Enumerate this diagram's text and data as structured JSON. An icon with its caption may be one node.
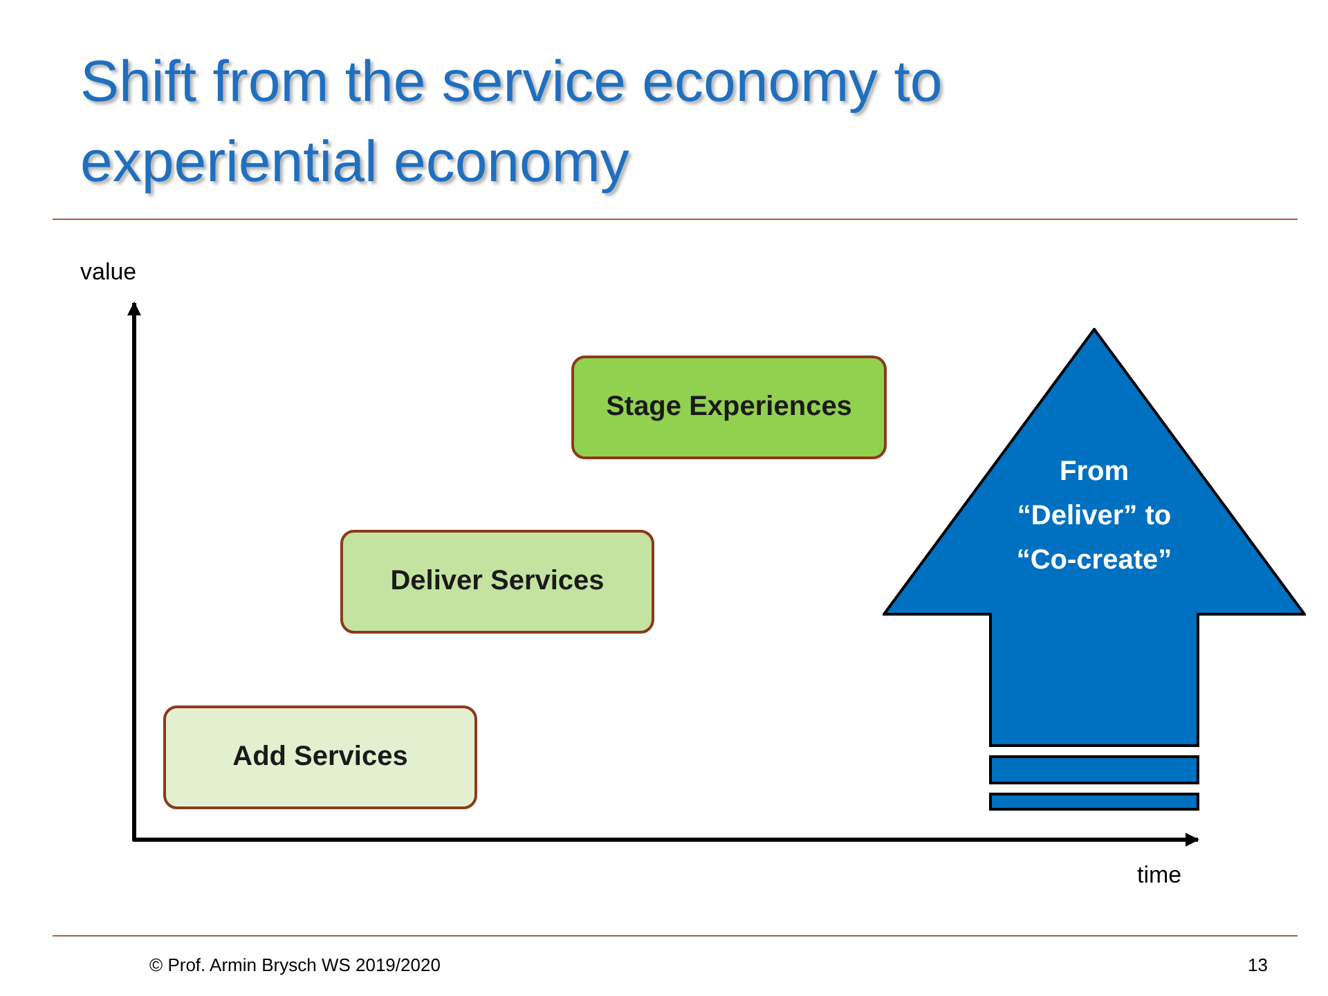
{
  "diagram": {
    "title": "Shift from the service economy to experiential economy",
    "nodes": [
      {
        "text": [
          "Stage Experiences"
        ]
      },
      {
        "text": [
          "Deliver Services"
        ]
      },
      {
        "text": [
          "Add Services"
        ]
      },
      {
        "text": [
          "From “Deliver” to “Co-create”"
        ]
      }
    ],
    "labels": [
      "value",
      "time",
      "© Prof. Armin Brysch WS 2019/2020",
      "13"
    ]
  }
}
